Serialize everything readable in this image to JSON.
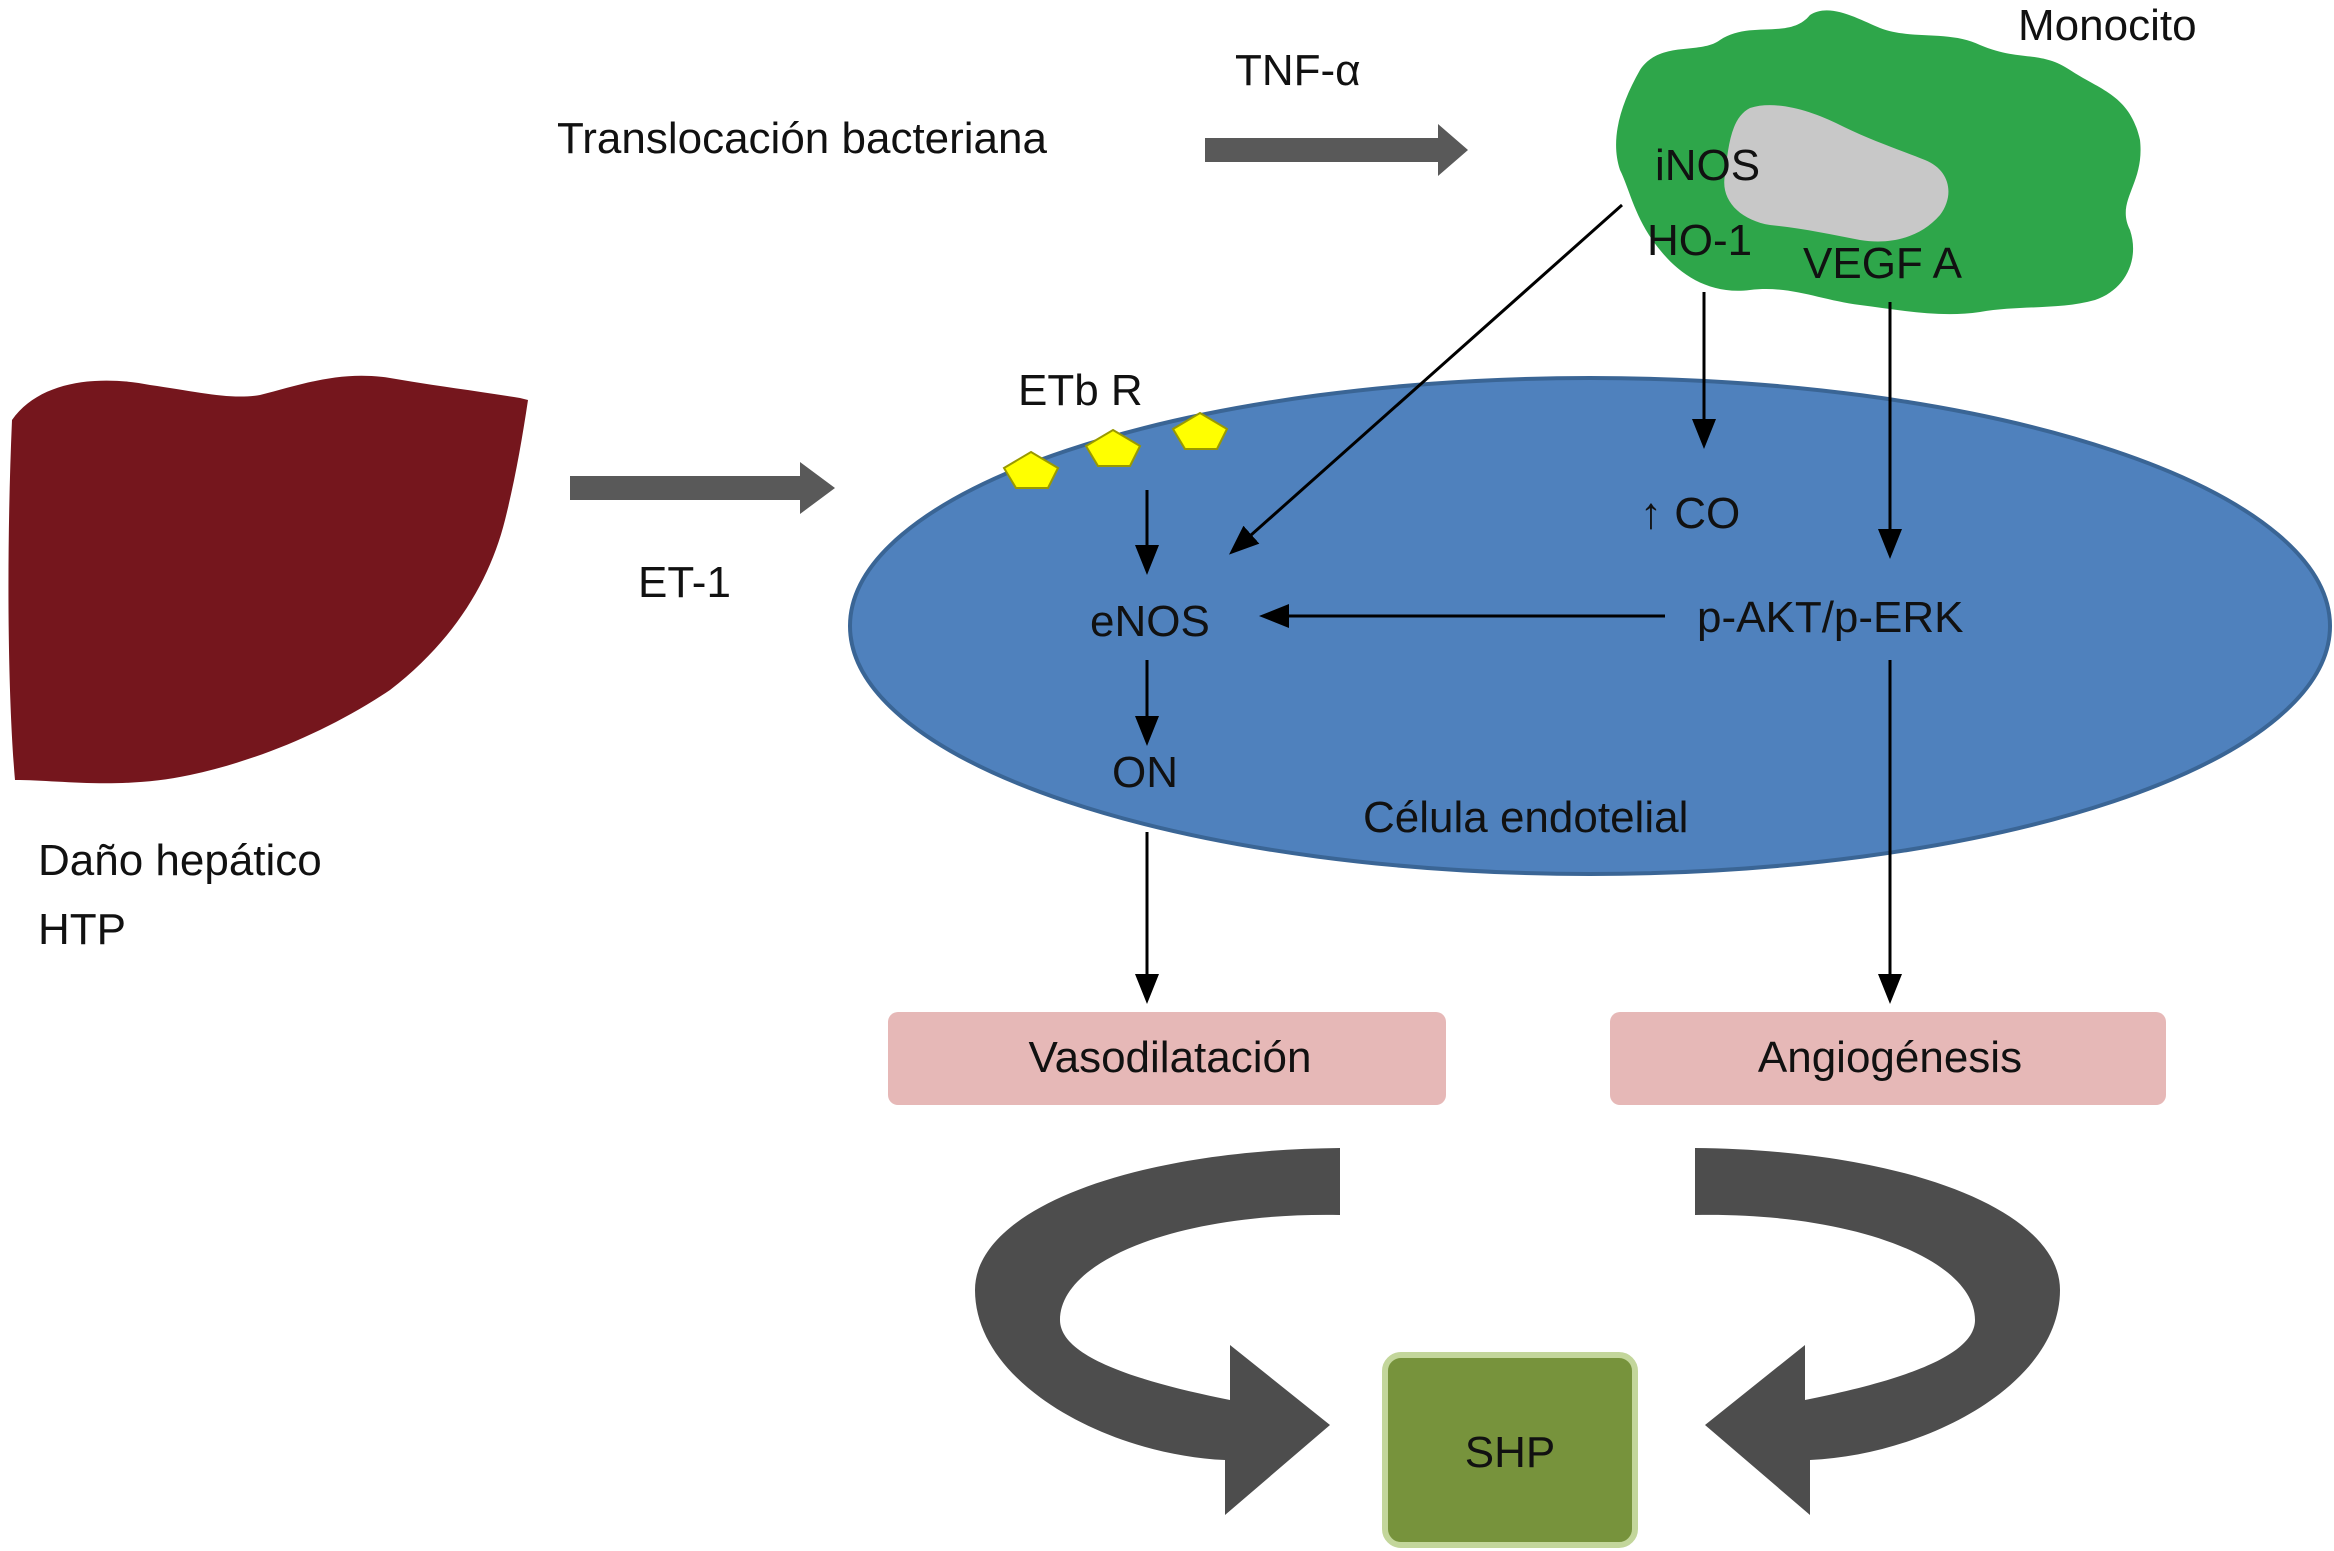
{
  "labels": {
    "tnf": "TNF-α",
    "translocation": "Translocación bacteriana",
    "monocyte": "Monocito",
    "inos": "iNOS",
    "ho1": "HO-1",
    "vegf": "VEGF A",
    "etb": "ETb R",
    "et1": "ET-1",
    "co": "↑ CO",
    "enos": "eNOS",
    "pakt": "p-AKT/p-ERK",
    "on": "ON",
    "endothelial": "Célula endotelial",
    "liver_damage": "Daño hepático",
    "htp": "HTP"
  },
  "outcomes": {
    "vasodilation": "Vasodilatación",
    "angiogenesis": "Angiogénesis",
    "shp": "SHP"
  },
  "colors": {
    "liver": "#75161d",
    "monocyte": "#2ea64a",
    "nucleus": "#c8c8c8",
    "cell": "#4f81bd",
    "cell_border": "#3a6595",
    "receptor": "#ffff00",
    "outcome_box": "#e6b8b7",
    "shp_box": "#77933c",
    "gray_arrow": "#595959",
    "curved_arrow": "#4d4d4d"
  }
}
